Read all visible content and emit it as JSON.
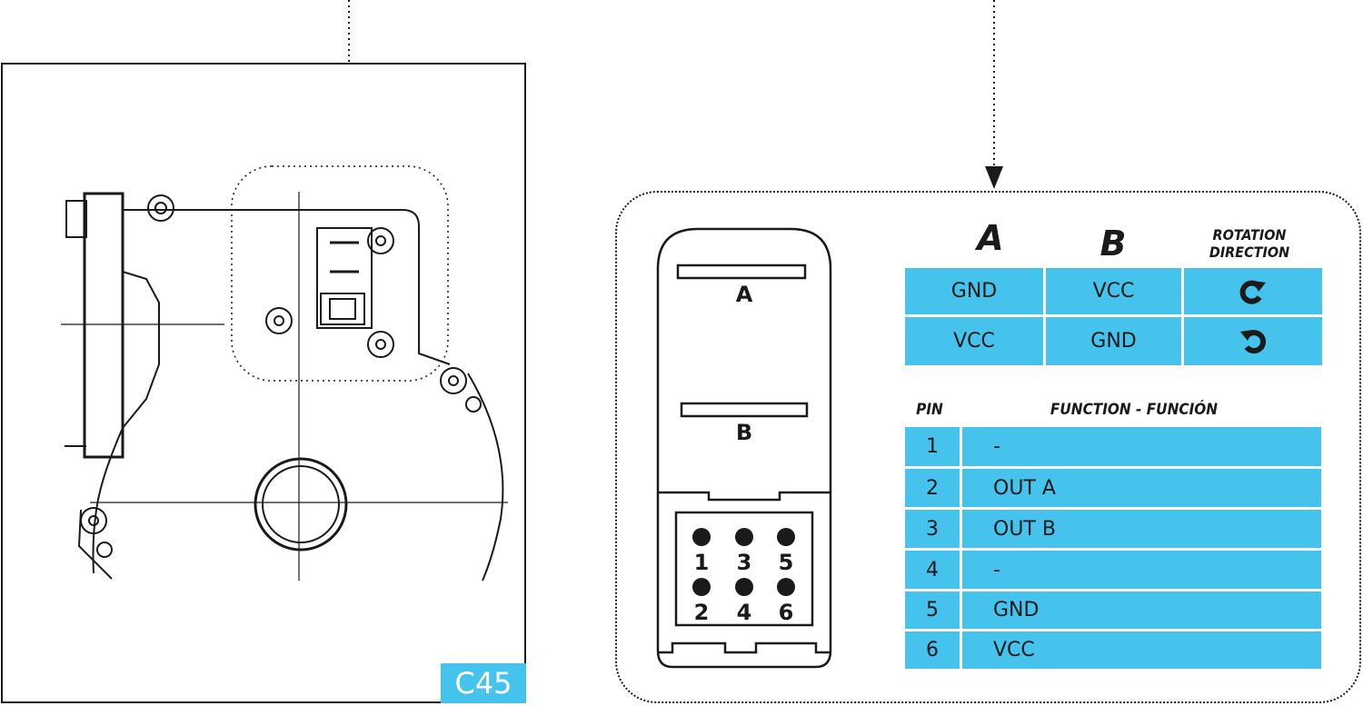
{
  "model_label": "C45",
  "connector": {
    "slot_a_label": "A",
    "slot_b_label": "B",
    "pin_numbers_top": [
      "1",
      "3",
      "5"
    ],
    "pin_numbers_bottom": [
      "2",
      "4",
      "6"
    ]
  },
  "rotation_table": {
    "headers": {
      "a": "A",
      "b": "B",
      "rotation_line1": "ROTATION",
      "rotation_line2": "DIRECTION"
    },
    "rows": [
      {
        "a": "GND",
        "b": "VCC",
        "rotation_icon": "clockwise-arrow-icon"
      },
      {
        "a": "VCC",
        "b": "GND",
        "rotation_icon": "counterclockwise-arrow-icon"
      }
    ]
  },
  "pin_table": {
    "headers": {
      "pin": "PIN",
      "function": "FUNCTION - FUNCIÓN"
    },
    "rows": [
      {
        "pin": "1",
        "function": "-"
      },
      {
        "pin": "2",
        "function": "OUT A"
      },
      {
        "pin": "3",
        "function": "OUT B"
      },
      {
        "pin": "4",
        "function": "-"
      },
      {
        "pin": "5",
        "function": "GND"
      },
      {
        "pin": "6",
        "function": "VCC"
      }
    ]
  },
  "colors": {
    "accent": "#45c3ec",
    "ink": "#1a1a1a"
  }
}
